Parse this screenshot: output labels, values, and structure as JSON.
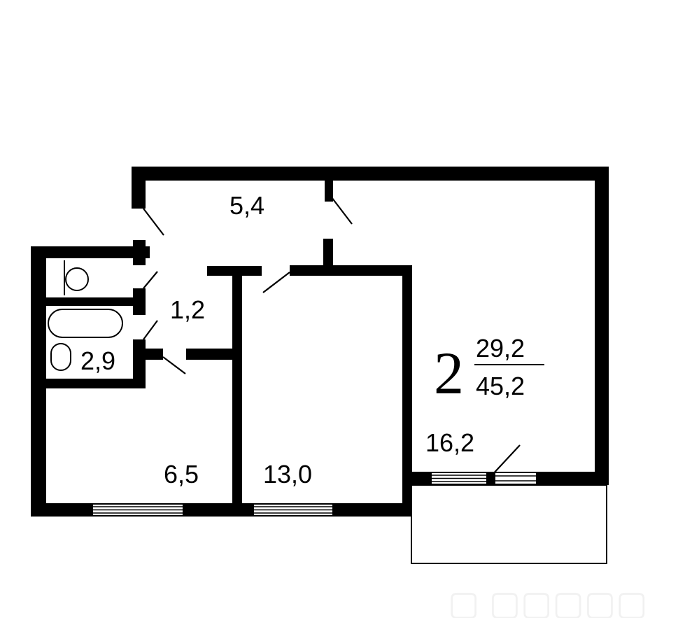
{
  "plan": {
    "rooms_count": "2",
    "living_area": "29,2",
    "total_area": "45,2",
    "rooms": {
      "hall": "5,4",
      "toilet": "1,2",
      "bathroom": "2,9",
      "kitchen": "6,5",
      "small_room": "13,0",
      "large_room": "16,2"
    }
  },
  "colors": {
    "walls": "#000000",
    "background": "#ffffff"
  },
  "icons": [
    "toilet-icon",
    "bathtub-icon",
    "sink-icon",
    "window-icon",
    "door-icon",
    "balcony"
  ]
}
